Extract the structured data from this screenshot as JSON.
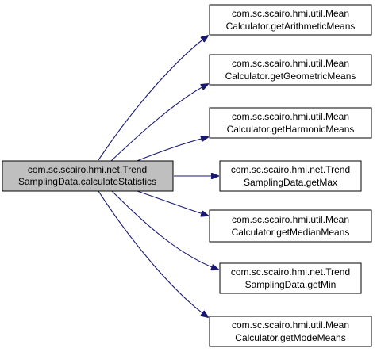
{
  "caller": {
    "line1": "com.sc.scairo.hmi.net.Trend",
    "line2": "SamplingData.calculateStatistics"
  },
  "callees": [
    {
      "line1": "com.sc.scairo.hmi.util.Mean",
      "line2": "Calculator.getArithmeticMeans"
    },
    {
      "line1": "com.sc.scairo.hmi.util.Mean",
      "line2": "Calculator.getGeometricMeans"
    },
    {
      "line1": "com.sc.scairo.hmi.util.Mean",
      "line2": "Calculator.getHarmonicMeans"
    },
    {
      "line1": "com.sc.scairo.hmi.net.Trend",
      "line2": "SamplingData.getMax"
    },
    {
      "line1": "com.sc.scairo.hmi.util.Mean",
      "line2": "Calculator.getMedianMeans"
    },
    {
      "line1": "com.sc.scairo.hmi.net.Trend",
      "line2": "SamplingData.getMin"
    },
    {
      "line1": "com.sc.scairo.hmi.util.Mean",
      "line2": "Calculator.getModeMeans"
    }
  ],
  "colors": {
    "caller_fill": "#bfbfbf",
    "callee_fill": "#ffffff",
    "border": "#000000",
    "edge": "#191970"
  }
}
